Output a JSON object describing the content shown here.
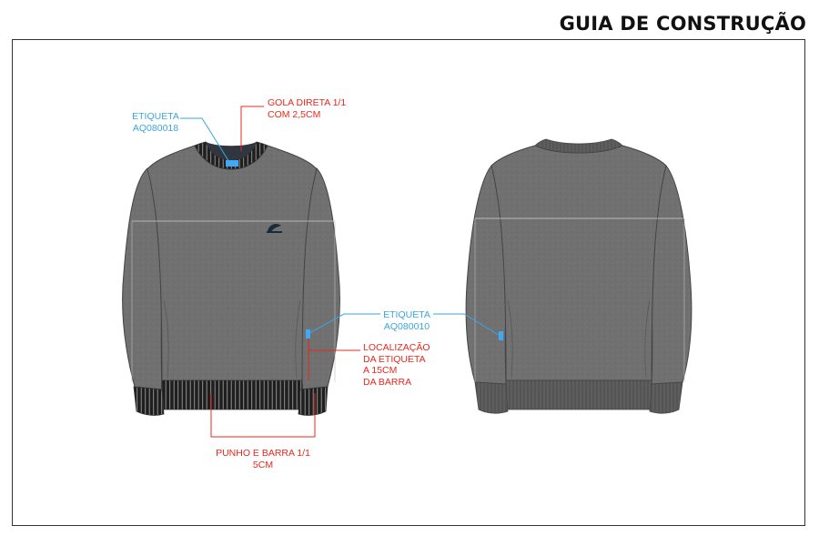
{
  "header": {
    "title": "GUIA DE CONSTRUÇÃO"
  },
  "colors": {
    "body_gray": "#707070",
    "rib_black": "#1f1f1f",
    "rib_back_gray": "#555555",
    "label_blue": "#3aa6e0",
    "callout_red": "#e8281e",
    "label_patch_blue": "#3fa9f5"
  },
  "front_view": {
    "label_tag": {
      "line1": "ETIQUETA",
      "line2": "AQ080018"
    },
    "collar": {
      "line1": "GOLA DIRETA 1/1",
      "line2": "COM 2,5CM"
    },
    "side_tag": {
      "line1": "ETIQUETA",
      "line2": "AQ080010"
    },
    "tag_position": {
      "line1": "LOCALIZAÇÃO",
      "line2": "DA ETIQUETA",
      "line3": "A 15CM",
      "line4": "DA BARRA"
    },
    "cuff_hem": {
      "line1": "PUNHO E BARRA 1/1",
      "line2": "5CM"
    },
    "logo_icon": "brand-logo-icon"
  },
  "back_view": {
    "side_label_icon": "label-patch-icon"
  }
}
